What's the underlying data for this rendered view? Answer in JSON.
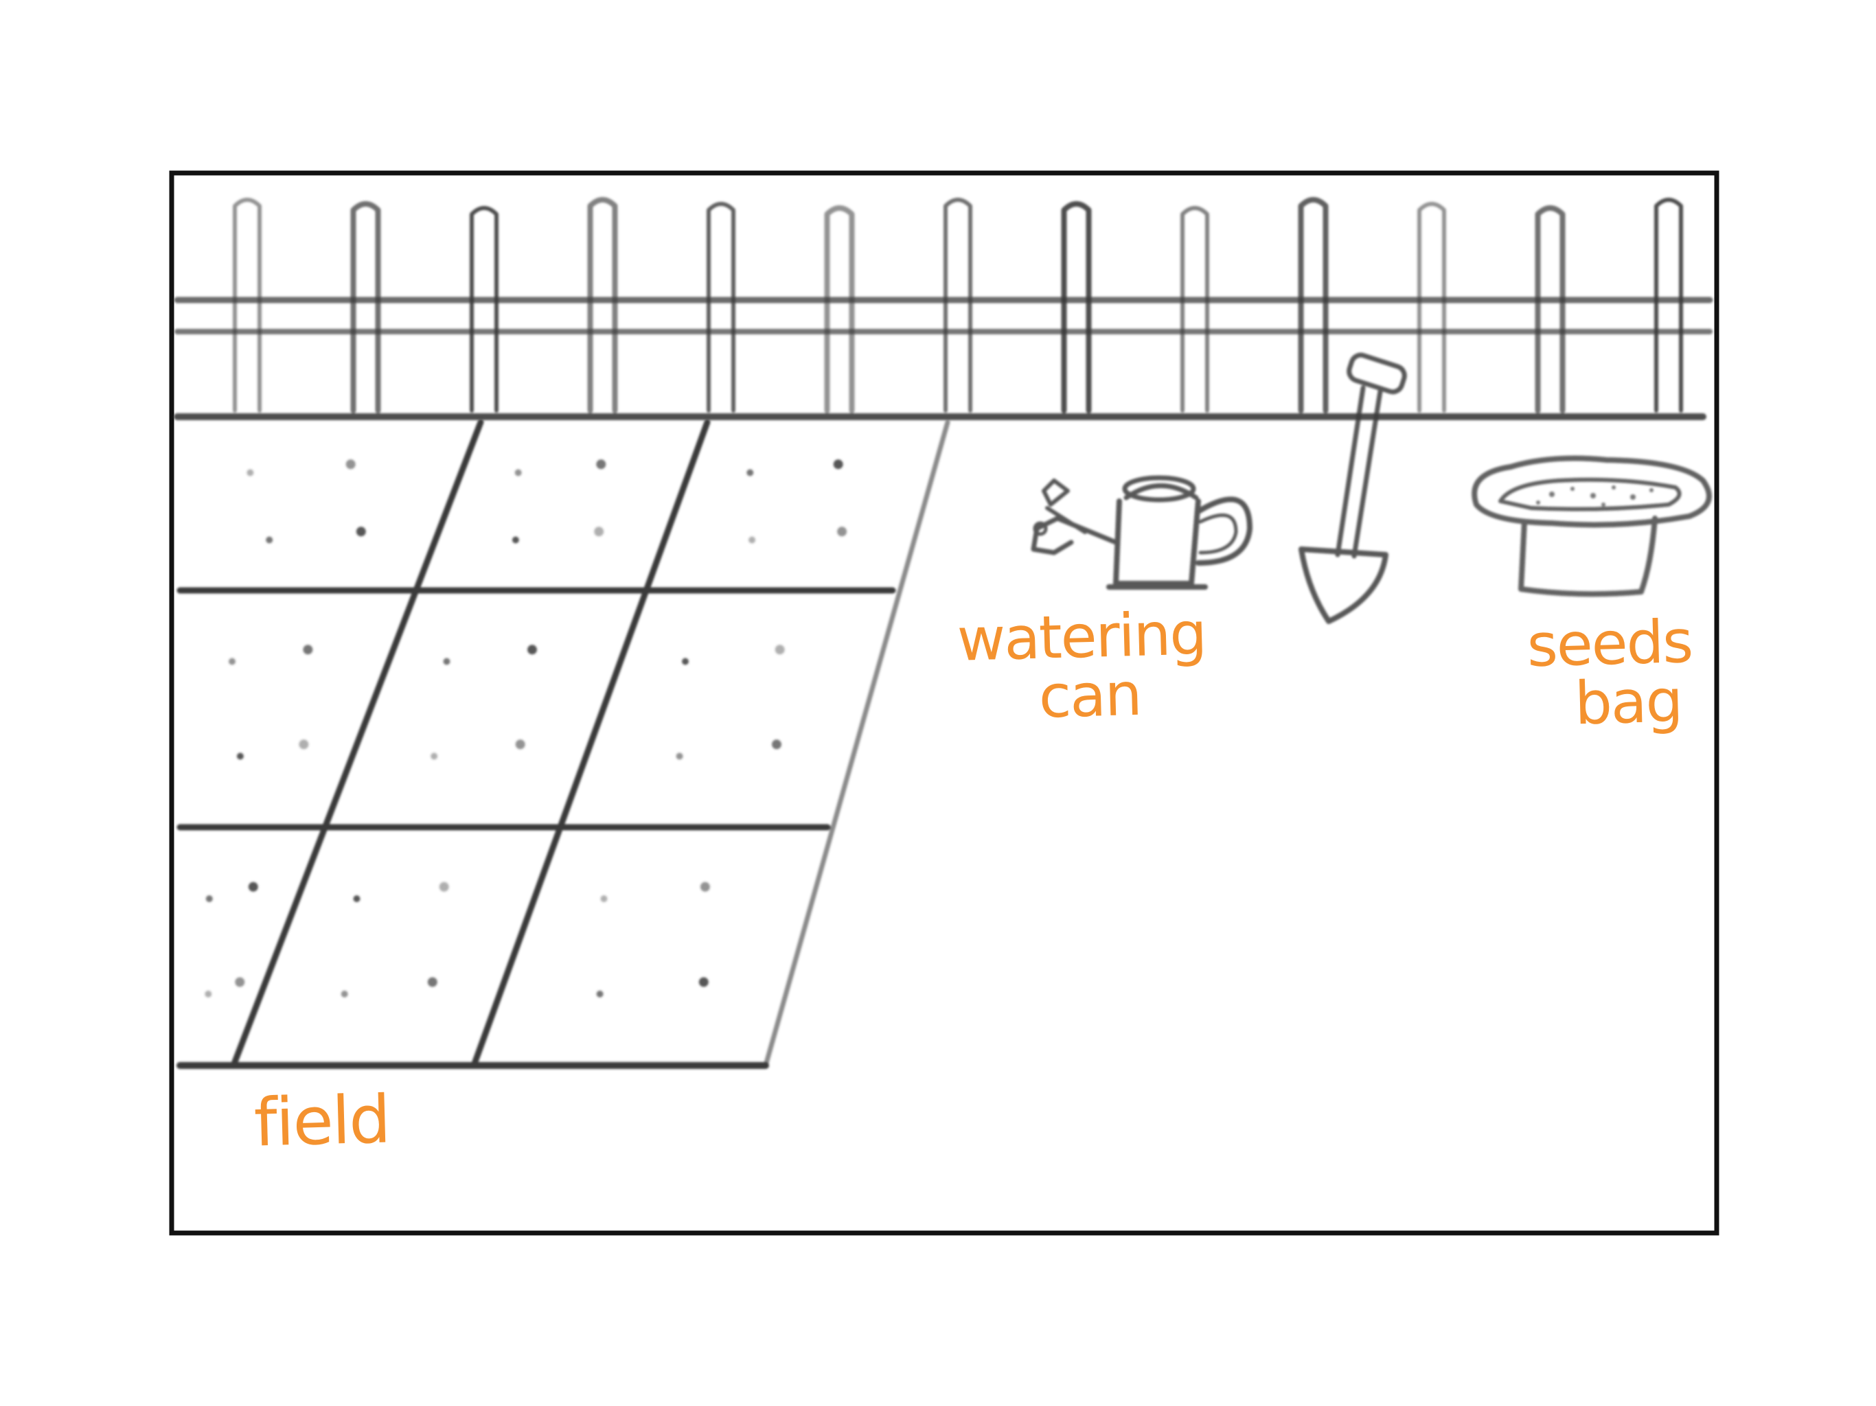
{
  "scene": {
    "style": "pencil-sketch",
    "colors": {
      "ink": "#3a3a3a",
      "label": "#f4922f",
      "paper": "#ffffff"
    }
  },
  "labels": {
    "field": "field",
    "watering_can_line1": "watering",
    "watering_can_line2": "can",
    "seeds_bag_line1": "seeds",
    "seeds_bag_line2": "bag"
  },
  "field": {
    "rows": 3,
    "cols": 3,
    "seeds_per_plot": 4
  }
}
